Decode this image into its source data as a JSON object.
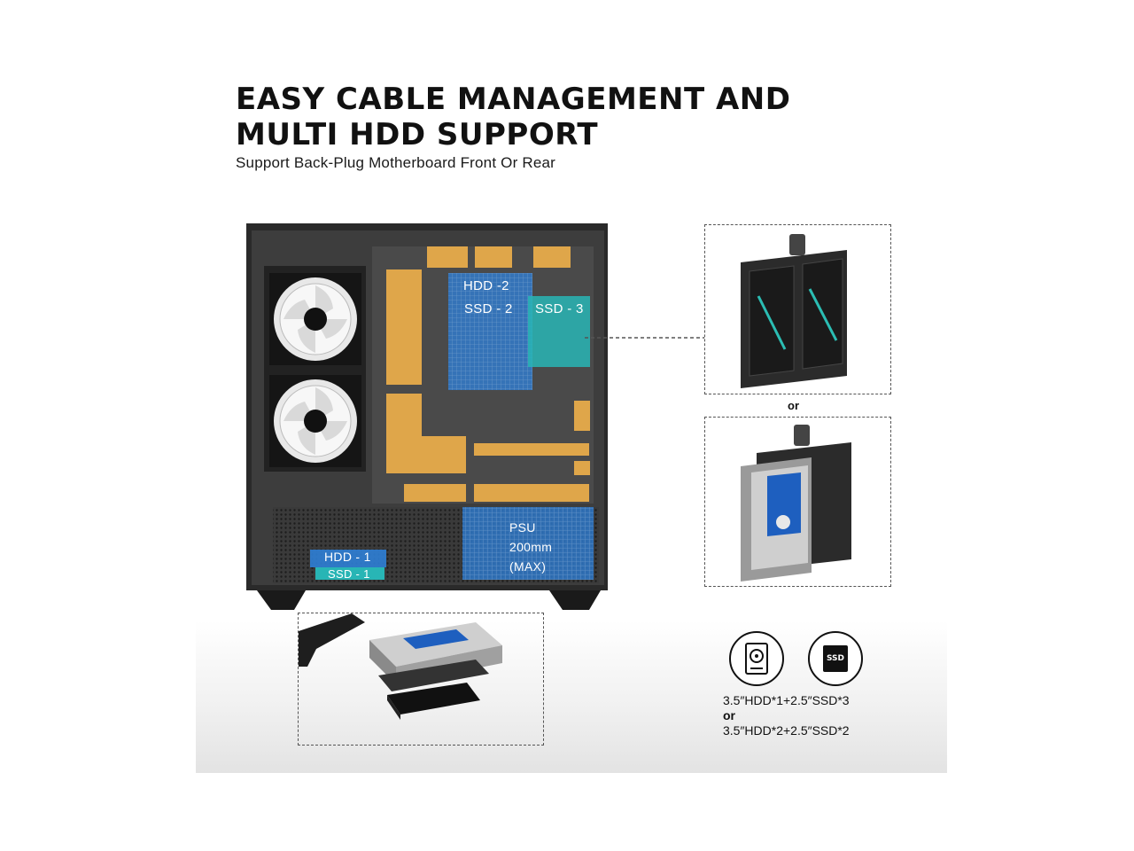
{
  "header": {
    "title_line1": "EASY CABLE MANAGEMENT AND",
    "title_line2": "MULTI HDD SUPPORT",
    "subtitle": "Support Back-Plug Motherboard Front Or Rear"
  },
  "case_labels": {
    "hdd2": "HDD -2",
    "ssd2": "SSD - 2",
    "ssd3": "SSD - 3",
    "psu_line1": "PSU",
    "psu_line2": "200mm",
    "psu_line3": "(MAX)",
    "hdd1": "HDD - 1",
    "ssd1": "SSD - 1"
  },
  "bracket_options": {
    "or_label": "or"
  },
  "storage_spec": {
    "ssd_icon_text": "SSD",
    "line1": "3.5″HDD*1+2.5″SSD*3",
    "or": "or",
    "line2": "3.5″HDD*2+2.5″SSD*2"
  },
  "colors": {
    "overlay_blue": "#2f7fd6",
    "overlay_teal": "#28b5b5",
    "cable_orange": "#f0b04a",
    "case_dark": "#2a2a2a"
  },
  "icons": [
    "hdd-icon",
    "ssd-icon",
    "fan-icon"
  ]
}
